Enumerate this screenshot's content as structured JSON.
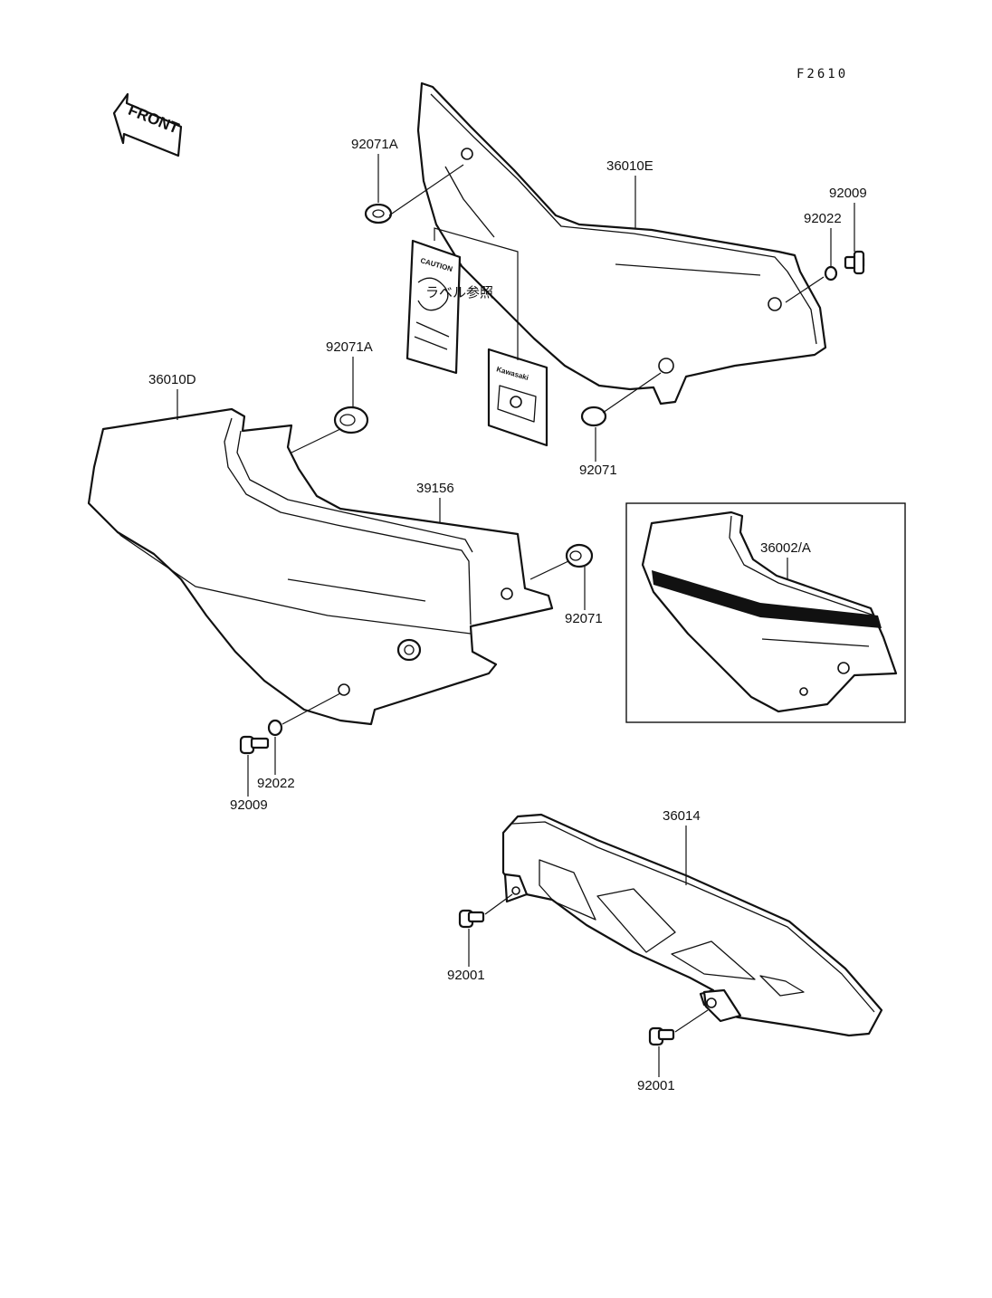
{
  "figure_code": "F2610",
  "front_arrow": {
    "text": "FRONT"
  },
  "label_reference": "ラベル参照",
  "decals": {
    "caution": "CAUTION",
    "kawasaki": "Kawasaki"
  },
  "parts": {
    "p_36010E": "36010E",
    "p_92071A_top": "92071A",
    "p_92009_top": "92009",
    "p_92022_top": "92022",
    "p_92071A_mid": "92071A",
    "p_36010D": "36010D",
    "p_92071_top": "92071",
    "p_39156": "39156",
    "p_92071_mid": "92071",
    "p_36002A": "36002/A",
    "p_92022_bot": "92022",
    "p_92009_bot": "92009",
    "p_36014": "36014",
    "p_92001_left": "92001",
    "p_92001_right": "92001"
  }
}
